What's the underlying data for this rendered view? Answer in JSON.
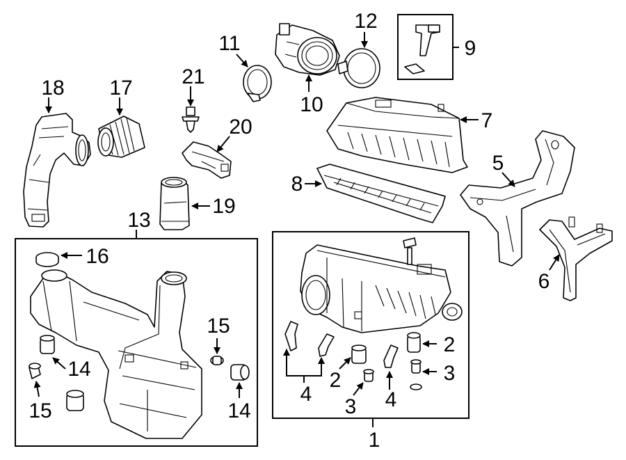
{
  "callouts": {
    "c1": "1",
    "c2a": "2",
    "c2b": "2",
    "c3a": "3",
    "c3b": "3",
    "c4a": "4",
    "c4b": "4",
    "c5": "5",
    "c6": "6",
    "c7": "7",
    "c8": "8",
    "c9": "9",
    "c10": "10",
    "c11": "11",
    "c12": "12",
    "c13": "13",
    "c14a": "14",
    "c14b": "14",
    "c15a": "15",
    "c15b": "15",
    "c16": "16",
    "c17": "17",
    "c18": "18",
    "c19": "19",
    "c20": "20",
    "c21": "21"
  }
}
